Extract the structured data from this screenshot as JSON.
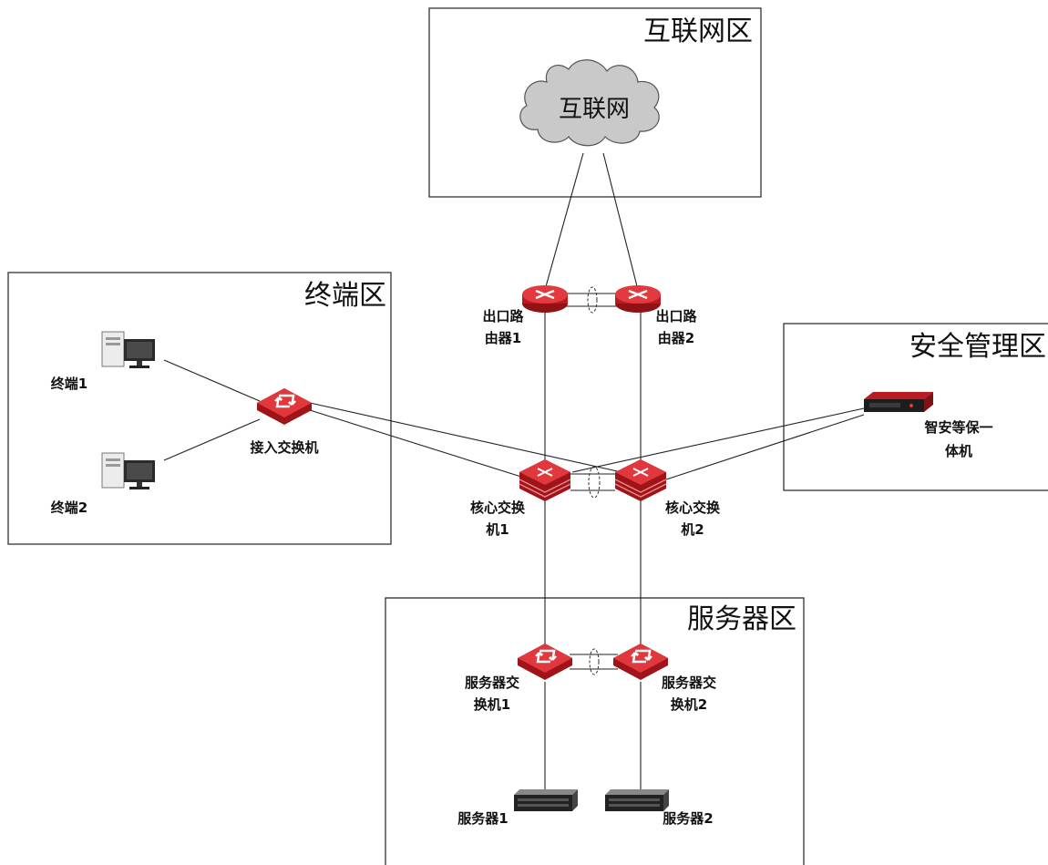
{
  "zones": {
    "internet_zone": "互联网区",
    "terminal_zone": "终端区",
    "security_zone": "安全管理区",
    "server_zone": "服务器区"
  },
  "cloud": {
    "label": "互联网"
  },
  "devices": {
    "router1": {
      "line1": "出口路",
      "line2": "由器1",
      "icon": "router-icon"
    },
    "router2": {
      "line1": "出口路",
      "line2": "由器2",
      "icon": "router-icon"
    },
    "access_switch": {
      "line1": "接入交换机",
      "icon": "switch-icon"
    },
    "core1": {
      "line1": "核心交换",
      "line2": "机1",
      "icon": "core-switch-icon"
    },
    "core2": {
      "line1": "核心交换",
      "line2": "机2",
      "icon": "core-switch-icon"
    },
    "sec_appliance": {
      "line1": "智安等保一",
      "line2": "体机",
      "icon": "appliance-icon"
    },
    "terminal1": {
      "line1": "终端1",
      "icon": "workstation-icon"
    },
    "terminal2": {
      "line1": "终端2",
      "icon": "workstation-icon"
    },
    "srv_switch1": {
      "line1": "服务器交",
      "line2": "换机1",
      "icon": "switch-icon"
    },
    "srv_switch2": {
      "line1": "服务器交",
      "line2": "换机2",
      "icon": "switch-icon"
    },
    "server1": {
      "line1": "服务器1",
      "icon": "server-icon"
    },
    "server2": {
      "line1": "服务器2",
      "icon": "server-icon"
    }
  },
  "colors": {
    "device_red": "#d2262b",
    "device_dark_red": "#9e1418",
    "cloud_gray": "#c9c9c9",
    "line": "#222222"
  }
}
